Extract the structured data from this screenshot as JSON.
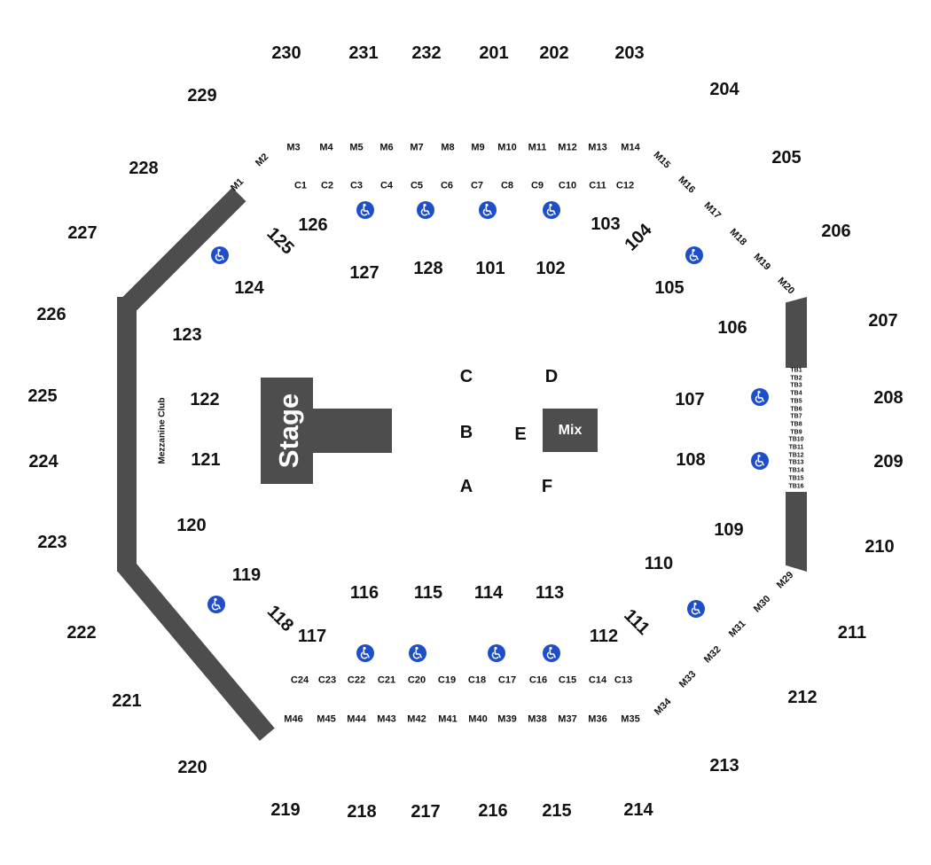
{
  "stage": {
    "label": "Stage"
  },
  "mix": {
    "label": "Mix"
  },
  "club": {
    "label": "Mezzanine Club"
  },
  "colors": {
    "structure": "#4d4d4d",
    "accessible": "#1f4fc8",
    "text": "#111111",
    "background": "#ffffff"
  },
  "accessible_icon": "wheelchair-icon",
  "upper_sections": [
    "201",
    "202",
    "203",
    "204",
    "205",
    "206",
    "207",
    "208",
    "209",
    "210",
    "211",
    "212",
    "213",
    "214",
    "215",
    "216",
    "217",
    "218",
    "219",
    "220",
    "221",
    "222",
    "223",
    "224",
    "225",
    "226",
    "227",
    "228",
    "229",
    "230",
    "231",
    "232"
  ],
  "lower_sections": [
    "101",
    "102",
    "103",
    "104",
    "105",
    "106",
    "107",
    "108",
    "109",
    "110",
    "111",
    "112",
    "113",
    "114",
    "115",
    "116",
    "117",
    "118",
    "119",
    "120",
    "121",
    "122",
    "123",
    "124",
    "125",
    "126",
    "127",
    "128"
  ],
  "floor_sections": [
    "A",
    "B",
    "C",
    "D",
    "E",
    "F"
  ],
  "mezzanine": [
    "M1",
    "M2",
    "M3",
    "M4",
    "M5",
    "M6",
    "M7",
    "M8",
    "M9",
    "M10",
    "M11",
    "M12",
    "M13",
    "M14",
    "M15",
    "M16",
    "M17",
    "M18",
    "M19",
    "M20",
    "M29",
    "M30",
    "M31",
    "M32",
    "M33",
    "M34",
    "M35",
    "M36",
    "M37",
    "M38",
    "M39",
    "M40",
    "M41",
    "M42",
    "M43",
    "M44",
    "M45",
    "M46"
  ],
  "club_boxes": [
    "C1",
    "C2",
    "C3",
    "C4",
    "C5",
    "C6",
    "C7",
    "C8",
    "C9",
    "C10",
    "C11",
    "C12",
    "C13",
    "C14",
    "C15",
    "C16",
    "C17",
    "C18",
    "C19",
    "C20",
    "C21",
    "C22",
    "C23",
    "C24"
  ],
  "table_boxes": [
    "TB1",
    "TB2",
    "TB3",
    "TB4",
    "TB5",
    "TB6",
    "TB7",
    "TB8",
    "TB9",
    "TB10",
    "TB11",
    "TB12",
    "TB13",
    "TB14",
    "TB15",
    "TB16"
  ]
}
